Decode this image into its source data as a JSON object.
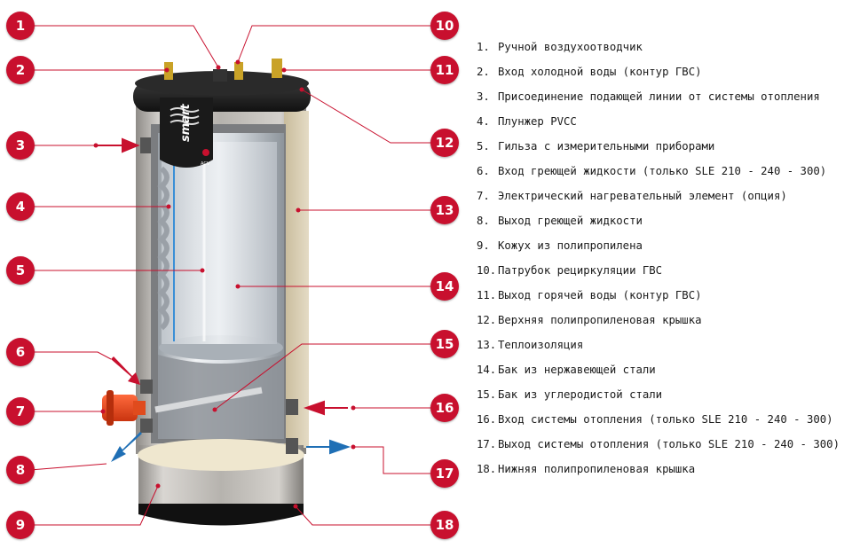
{
  "logo": {
    "brand": "smart",
    "maker": "ACV"
  },
  "callouts": [
    {
      "n": "1"
    },
    {
      "n": "2"
    },
    {
      "n": "3"
    },
    {
      "n": "4"
    },
    {
      "n": "5"
    },
    {
      "n": "6"
    },
    {
      "n": "7"
    },
    {
      "n": "8"
    },
    {
      "n": "9"
    },
    {
      "n": "10"
    },
    {
      "n": "11"
    },
    {
      "n": "12"
    },
    {
      "n": "13"
    },
    {
      "n": "14"
    },
    {
      "n": "15"
    },
    {
      "n": "16"
    },
    {
      "n": "17"
    },
    {
      "n": "18"
    }
  ],
  "legend": [
    {
      "n": "1.",
      "text": "Ручной воздухоотводчик"
    },
    {
      "n": "2.",
      "text": "Вход холодной воды (контур ГВС)"
    },
    {
      "n": "3.",
      "text": "Присоединение подающей линии от системы отопления"
    },
    {
      "n": "4.",
      "text": "Плунжер PVCC"
    },
    {
      "n": "5.",
      "text": "Гильза с измерительными приборами"
    },
    {
      "n": "6.",
      "text": "Вход греющей жидкости (только SLE 210 - 240 - 300)"
    },
    {
      "n": "7.",
      "text": "Электрический нагревательный элемент (опция)"
    },
    {
      "n": "8.",
      "text": "Выход греющей жидкости"
    },
    {
      "n": "9.",
      "text": "Кожух из полипропилена"
    },
    {
      "n": "10.",
      "text": "Патрубок рециркуляции ГВС"
    },
    {
      "n": "11.",
      "text": "Выход горячей воды (контур ГВС)"
    },
    {
      "n": "12.",
      "text": "Верхняя полипропиленовая крышка"
    },
    {
      "n": "13.",
      "text": "Теплоизоляция"
    },
    {
      "n": "14.",
      "text": "Бак из нержавеющей стали"
    },
    {
      "n": "15.",
      "text": "Бак из углеродистой стали"
    },
    {
      "n": "16.",
      "text": "Вход системы отопления (только SLE 210 - 240 - 300)"
    },
    {
      "n": "17.",
      "text": "Выход системы отопления (только SLE 210 - 240 - 300)"
    },
    {
      "n": "18.",
      "text": "Нижняя полипропиленовая крышка"
    }
  ],
  "colors": {
    "callout": "#c8102e",
    "arrow_in": "#c8102e",
    "arrow_out": "#1f6fb5",
    "cover": "#1c1c1c",
    "shell": "#b9b6b1",
    "insulation": "#d8cdb2"
  }
}
